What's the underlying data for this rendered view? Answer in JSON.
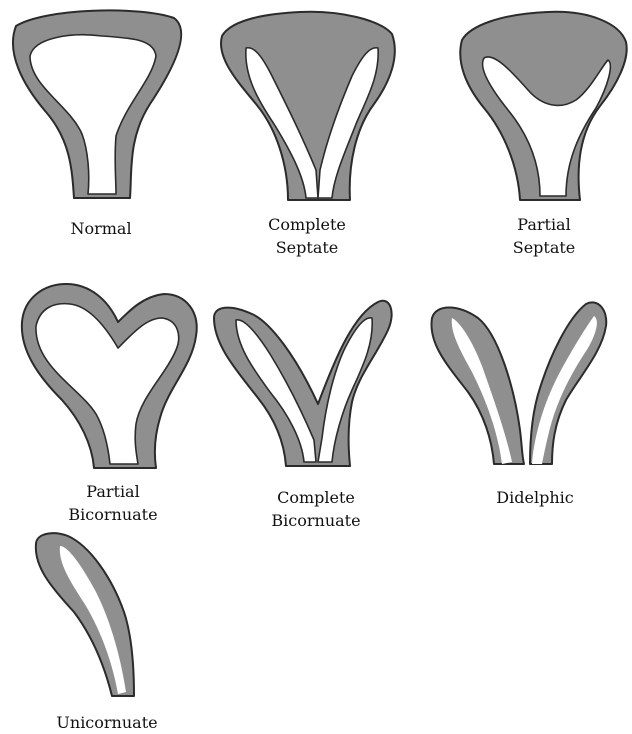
{
  "colors": {
    "tissue": "#8f8f8f",
    "outline": "#2b2b2b",
    "cavity": "#ffffff",
    "background": "#ffffff"
  },
  "figures": [
    {
      "id": "normal",
      "lines": [
        "Normal"
      ]
    },
    {
      "id": "complete-septate",
      "lines": [
        "Complete",
        "Septate"
      ]
    },
    {
      "id": "partial-septate",
      "lines": [
        "Partial",
        "Septate"
      ]
    },
    {
      "id": "partial-bicornuate",
      "lines": [
        "Partial",
        "Bicornuate"
      ]
    },
    {
      "id": "complete-bicornuate",
      "lines": [
        "Complete",
        "Bicornuate"
      ]
    },
    {
      "id": "didelphic",
      "lines": [
        "Didelphic"
      ]
    },
    {
      "id": "unicornuate",
      "lines": [
        "Unicornuate"
      ]
    }
  ]
}
